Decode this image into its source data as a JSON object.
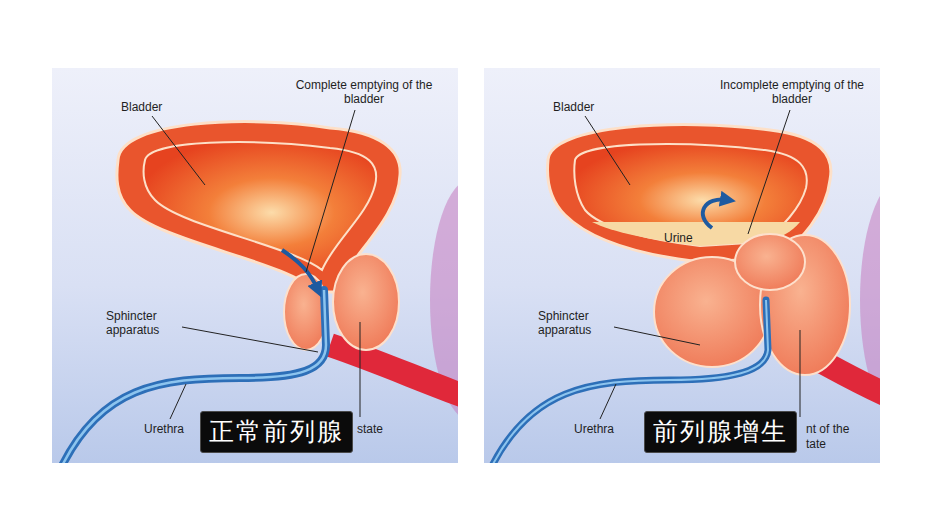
{
  "diagram": {
    "nodes": [
      {
        "text": [
          "正常前列腺"
        ]
      },
      {
        "text": [
          "前列腺增生"
        ]
      }
    ],
    "labels": [
      "Bladder",
      "Complete emptying of the bladder",
      "Sphincter apparatus",
      "Urethra",
      "state",
      "Bladder",
      "Incomplete emptying of the bladder",
      "Urine",
      "Sphincter apparatus",
      "Urethra",
      "nt of the",
      "tate"
    ]
  }
}
